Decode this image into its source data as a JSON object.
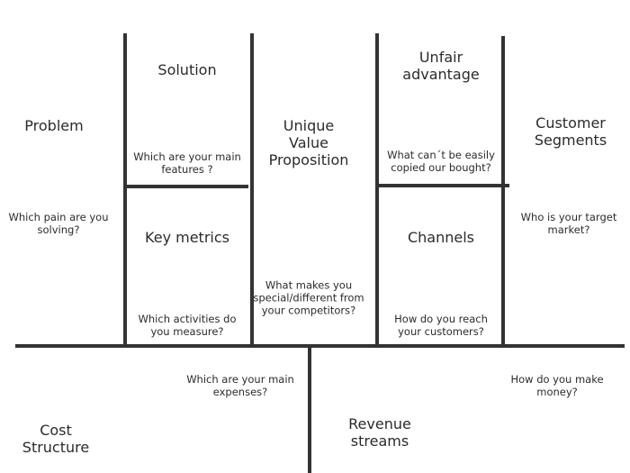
{
  "blocks": {
    "problem": {
      "title": "Problem",
      "question": [
        "Which pain are you",
        "solving?"
      ]
    },
    "solution": {
      "title": "Solution",
      "question": [
        "Which are your main",
        "features ?"
      ]
    },
    "key_metrics": {
      "title": "Key metrics",
      "question": [
        "Which activities do",
        "you measure?"
      ]
    },
    "uvp": {
      "title": [
        "Unique",
        "Value",
        "Proposition"
      ],
      "question": [
        "What makes you",
        "special/different from",
        "your competitors?"
      ]
    },
    "unfair_advantage": {
      "title": [
        "Unfair",
        "advantage"
      ],
      "question": [
        "What can´t be easily",
        "copied our bought?"
      ]
    },
    "channels": {
      "title": "Channels",
      "question": [
        "How do you reach",
        "your customers?"
      ]
    },
    "customer_segments": {
      "title": [
        "Customer",
        "Segments"
      ],
      "question": [
        "Who is your target",
        "market?"
      ]
    },
    "cost_structure": {
      "title": [
        "Cost",
        "Structure"
      ],
      "question": [
        "Which are your main",
        "expenses?"
      ]
    },
    "revenue_streams": {
      "title": [
        "Revenue",
        "streams"
      ],
      "question": [
        "How do you make",
        "money?"
      ]
    }
  },
  "colors": {
    "line": "#333333",
    "text": "#2b2b2b"
  }
}
